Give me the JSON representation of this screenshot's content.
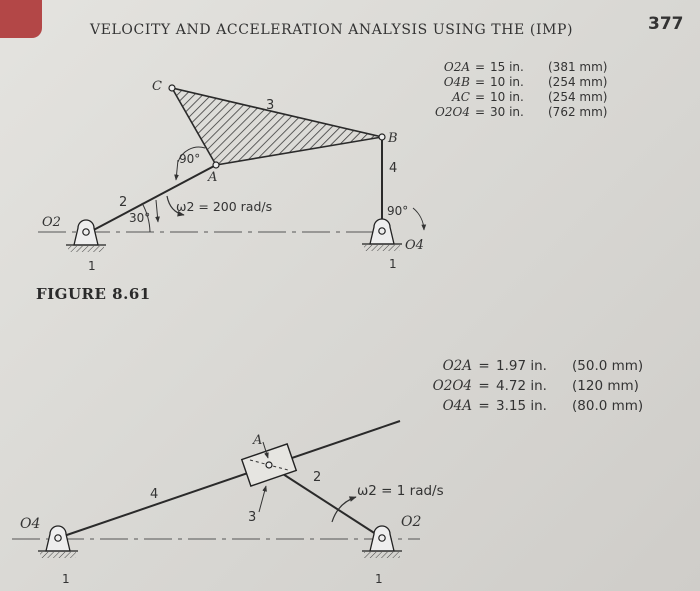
{
  "header": {
    "running_head": "VELOCITY AND ACCELERATION ANALYSIS USING THE (IMP)",
    "page_number": "377"
  },
  "figure_861": {
    "caption": "FIGURE 8.61",
    "labels": {
      "o2": "O2",
      "o4": "O4",
      "a": "A",
      "b": "B",
      "c": "C",
      "link1_left": "1",
      "link1_right": "1",
      "link2": "2",
      "link3": "3",
      "link4": "4",
      "angle_90_a": "90°",
      "angle_30": "30°",
      "angle_90_b": "90°",
      "omega": "ω2 = 200 rad/s"
    },
    "dimensions": [
      {
        "name": "O2A",
        "eq": "=",
        "value": "15 in.",
        "metric": "(381 mm)"
      },
      {
        "name": "O4B",
        "eq": "=",
        "value": "10 in.",
        "metric": "(254 mm)"
      },
      {
        "name": "AC",
        "eq": "=",
        "value": "10 in.",
        "metric": "(254 mm)"
      },
      {
        "name": "O2O4",
        "eq": "=",
        "value": "30 in.",
        "metric": "(762 mm)"
      }
    ]
  },
  "figure_862": {
    "labels": {
      "o4": "O4",
      "o2": "O2",
      "a": "A",
      "link1_left": "1",
      "link1_right": "1",
      "link2": "2",
      "link3": "3",
      "link4": "4",
      "omega": "ω2 = 1 rad/s"
    },
    "dimensions": [
      {
        "name": "O2A",
        "eq": "=",
        "value": "1.97 in.",
        "metric": "(50.0 mm)"
      },
      {
        "name": "O2O4",
        "eq": "=",
        "value": "4.72 in.",
        "metric": "(120 mm)"
      },
      {
        "name": "O4A",
        "eq": "=",
        "value": "3.15 in.",
        "metric": "(80.0 mm)"
      }
    ]
  }
}
